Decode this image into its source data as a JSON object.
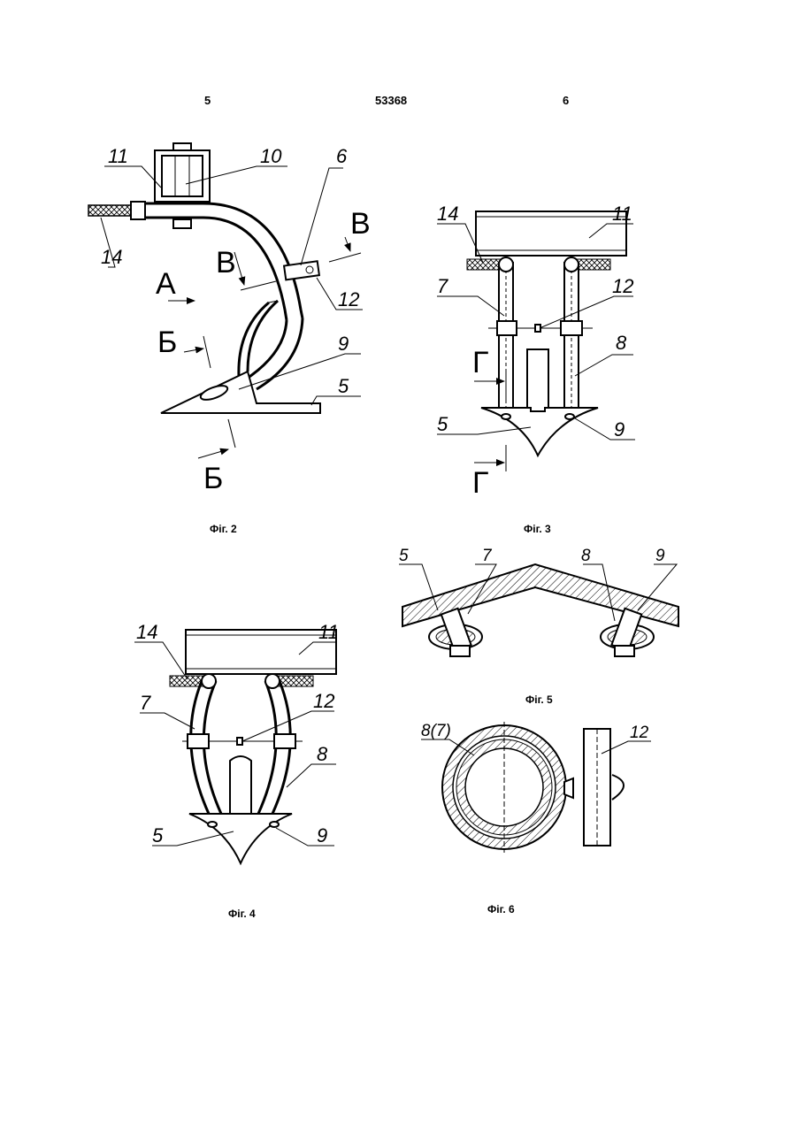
{
  "header": {
    "left_page": "5",
    "patent_number": "53368",
    "right_page": "6"
  },
  "figures": {
    "fig2": {
      "caption": "Фіг. 2",
      "labels": [
        "11",
        "10",
        "6",
        "14",
        "В",
        "В",
        "А",
        "12",
        "Б",
        "9",
        "5",
        "Б"
      ]
    },
    "fig3": {
      "caption": "Фіг. 3",
      "labels": [
        "14",
        "11",
        "7",
        "12",
        "8",
        "Г",
        "5",
        "9",
        "Г"
      ]
    },
    "fig4": {
      "caption": "Фіг. 4",
      "labels": [
        "14",
        "11",
        "7",
        "12",
        "8",
        "5",
        "9"
      ]
    },
    "fig5": {
      "caption": "Фіг. 5",
      "labels": [
        "5",
        "7",
        "8",
        "9"
      ]
    },
    "fig6": {
      "caption": "Фіг. 6",
      "labels": [
        "8(7)",
        "12"
      ]
    }
  }
}
